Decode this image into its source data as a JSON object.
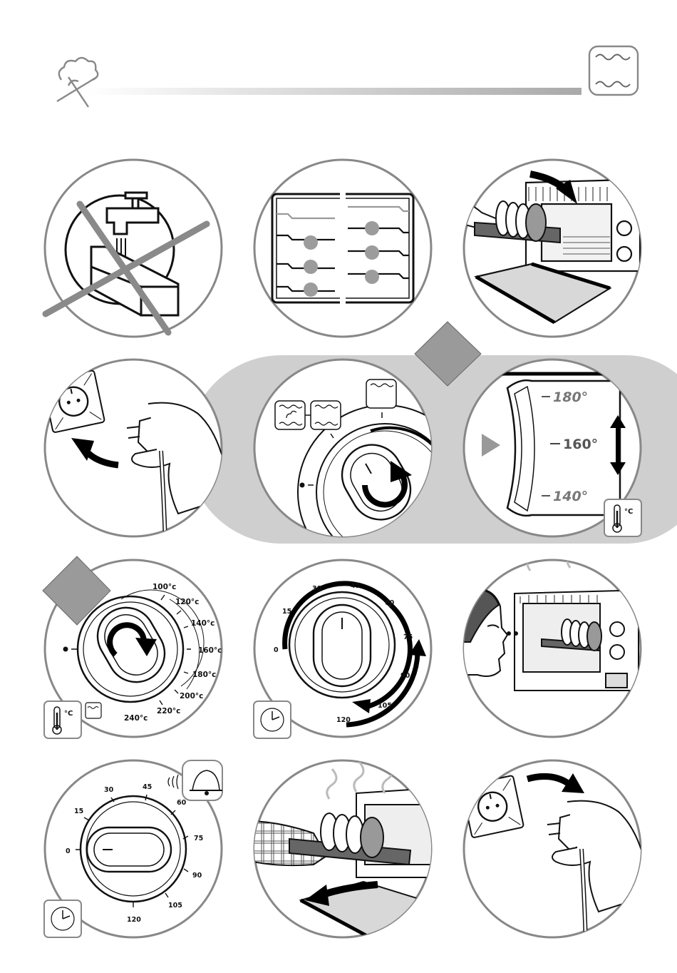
{
  "thermostat_scale": {
    "high": "180°",
    "mid": "160°",
    "low": "140°",
    "unit_badge": "°C"
  },
  "temperature_dial": {
    "labels": [
      "100°c",
      "120°c",
      "140°c",
      "160°c",
      "180°c",
      "200°c",
      "220°c",
      "240°c"
    ],
    "unit_badge": "°C"
  },
  "timer_dial": {
    "labels": [
      "0",
      "15",
      "30",
      "45",
      "60",
      "75",
      "90",
      "105",
      "120"
    ]
  },
  "timer_dial_end": {
    "labels": [
      "0",
      "15",
      "30",
      "45",
      "60",
      "75",
      "90",
      "105",
      "120"
    ]
  }
}
